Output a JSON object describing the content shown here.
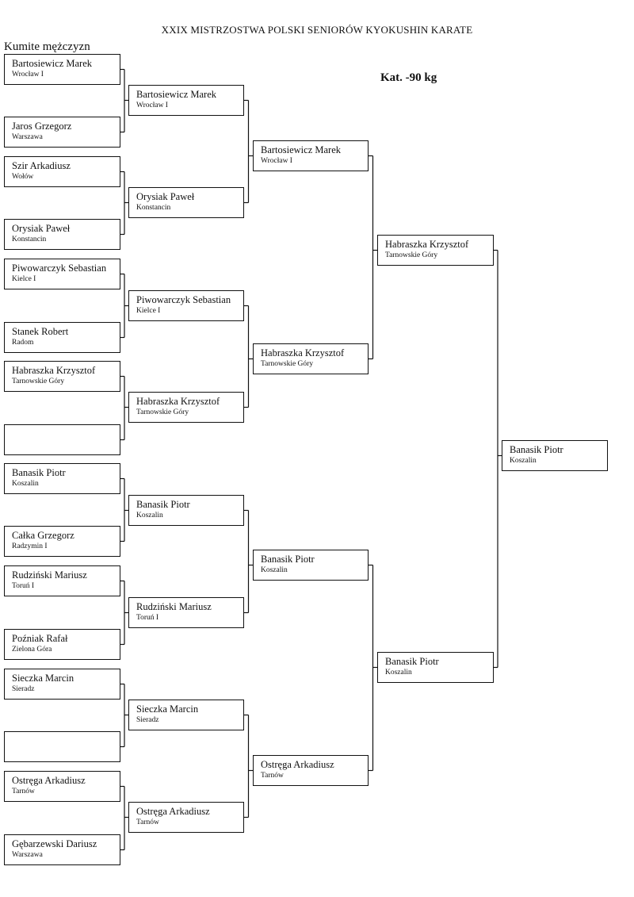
{
  "header": {
    "title": "XXIX MISTRZOSTWA POLSKI SENIORÓW KYOKUSHIN KARATE",
    "subtitle": "Kumite mężczyzn",
    "category": "Kat. -90 kg"
  },
  "bracket": {
    "round1": [
      {
        "name": "Bartosiewicz Marek",
        "club": "Wrocław I"
      },
      {
        "name": "Jaros Grzegorz",
        "club": "Warszawa"
      },
      {
        "name": "Szir Arkadiusz",
        "club": "Wołów"
      },
      {
        "name": "Orysiak Paweł",
        "club": "Konstancin"
      },
      {
        "name": "Piwowarczyk Sebastian",
        "club": "Kielce I"
      },
      {
        "name": "Stanek Robert",
        "club": "Radom"
      },
      {
        "name": "Habraszka Krzysztof",
        "club": "Tarnowskie Góry"
      },
      {
        "name": "",
        "club": ""
      },
      {
        "name": "Banasik Piotr",
        "club": "Koszalin"
      },
      {
        "name": "Całka Grzegorz",
        "club": "Radzymin I"
      },
      {
        "name": "Rudziński Mariusz",
        "club": "Toruń I"
      },
      {
        "name": "Poźniak Rafał",
        "club": "Zielona Góra"
      },
      {
        "name": "Sieczka Marcin",
        "club": "Sieradz"
      },
      {
        "name": "",
        "club": ""
      },
      {
        "name": "Ostręga Arkadiusz",
        "club": "Tarnów"
      },
      {
        "name": "Gębarzewski Dariusz",
        "club": "Warszawa"
      }
    ],
    "round2": [
      {
        "name": "Bartosiewicz Marek",
        "club": "Wrocław I"
      },
      {
        "name": "Orysiak Paweł",
        "club": "Konstancin"
      },
      {
        "name": "Piwowarczyk Sebastian",
        "club": "Kielce I"
      },
      {
        "name": "Habraszka Krzysztof",
        "club": "Tarnowskie Góry"
      },
      {
        "name": "Banasik Piotr",
        "club": "Koszalin"
      },
      {
        "name": "Rudziński Mariusz",
        "club": "Toruń I"
      },
      {
        "name": "Sieczka Marcin",
        "club": "Sieradz"
      },
      {
        "name": "Ostręga Arkadiusz",
        "club": "Tarnów"
      }
    ],
    "round3": [
      {
        "name": "Bartosiewicz Marek",
        "club": "Wrocław I"
      },
      {
        "name": "Habraszka Krzysztof",
        "club": "Tarnowskie Góry"
      },
      {
        "name": "Banasik Piotr",
        "club": "Koszalin"
      },
      {
        "name": "Ostręga Arkadiusz",
        "club": "Tarnów"
      }
    ],
    "round4": [
      {
        "name": "Habraszka Krzysztof",
        "club": "Tarnowskie Góry"
      },
      {
        "name": "Banasik Piotr",
        "club": "Koszalin"
      }
    ],
    "final": [
      {
        "name": "Banasik Piotr",
        "club": "Koszalin"
      }
    ]
  }
}
